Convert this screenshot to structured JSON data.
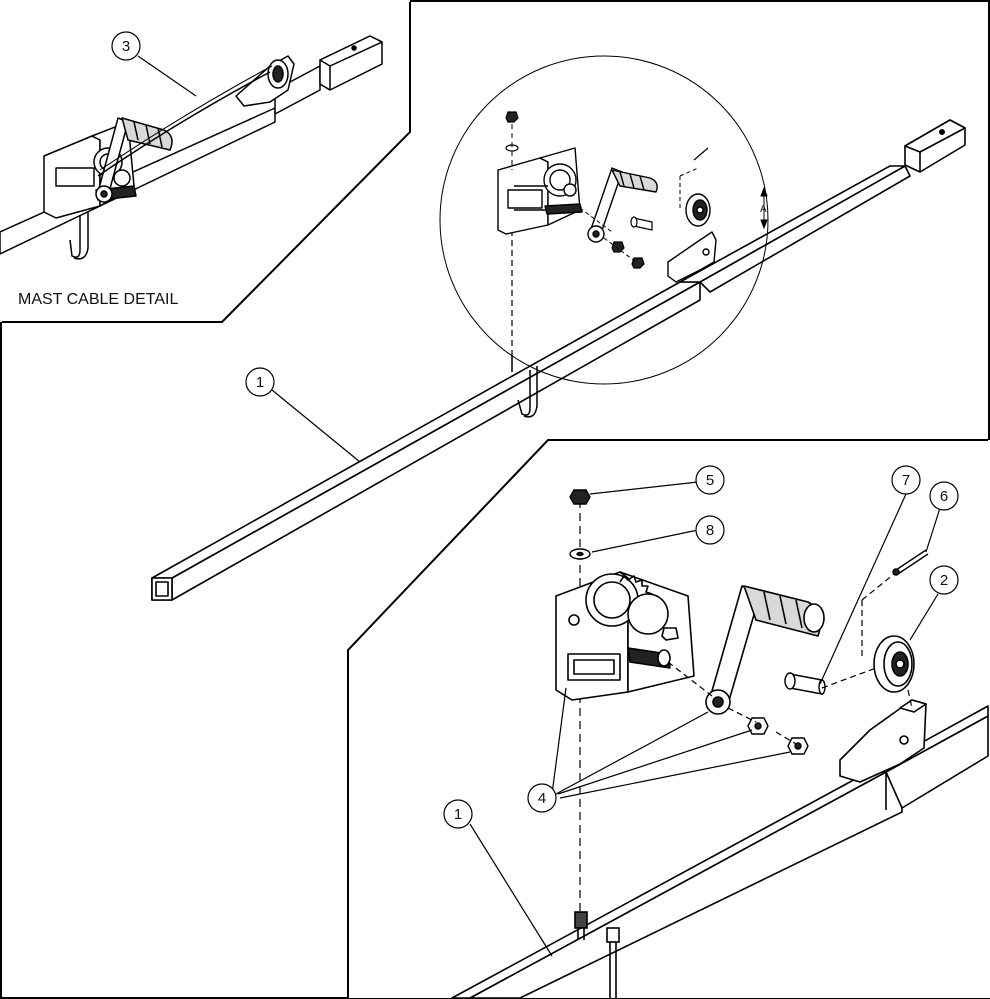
{
  "detail_label": "MAST CABLE DETAIL",
  "detail_marker": "A",
  "callouts": {
    "c1_main": "1",
    "c1_lower": "1",
    "c2": "2",
    "c3": "3",
    "c4": "4",
    "c5": "5",
    "c6": "6",
    "c7": "7",
    "c8": "8"
  },
  "colors": {
    "line": "#000000",
    "fill": "#ffffff",
    "grip": "#d9d9d9",
    "dark": "#222222"
  }
}
